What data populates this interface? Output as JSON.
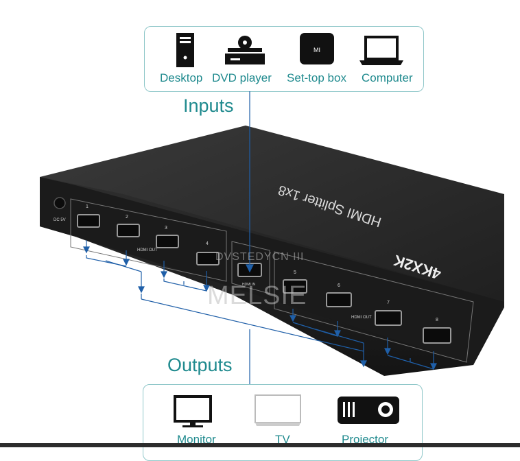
{
  "inputs": {
    "heading": "Inputs",
    "devices": [
      {
        "label": "Desktop",
        "icon": "desktop-icon"
      },
      {
        "label": "DVD player",
        "icon": "dvd-player-icon"
      },
      {
        "label": "Set-top box",
        "icon": "set-top-box-icon"
      },
      {
        "label": "Computer",
        "icon": "laptop-icon"
      }
    ]
  },
  "outputs": {
    "heading": "Outputs",
    "devices": [
      {
        "label": "Monitor",
        "icon": "monitor-icon"
      },
      {
        "label": "TV",
        "icon": "tv-icon"
      },
      {
        "label": "Projector",
        "icon": "projector-icon"
      }
    ]
  },
  "device": {
    "top_text_1": "HDMI Splitter 1x8",
    "top_text_2": "4KX2K",
    "dc_label": "DC 5V",
    "hdmi_out_label": "HDMI OUT",
    "hdmi_in_label": "HDMI IN",
    "port_numbers": [
      "1",
      "2",
      "3",
      "4",
      "5",
      "6",
      "7",
      "8"
    ],
    "set_top_logo": "MI"
  },
  "watermark": {
    "brand": "MELSIE",
    "store": "DVSTEDYCN III"
  },
  "colors": {
    "accent": "#1f8a8e",
    "arrow": "#1f5fa8",
    "box_border": "#8fc7c9",
    "device_body": "#2a2a2a"
  }
}
